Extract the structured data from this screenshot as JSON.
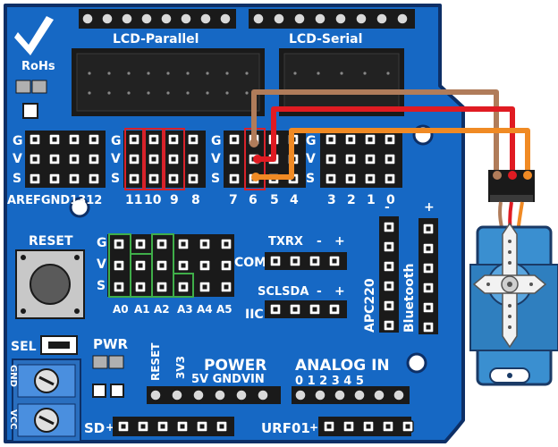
{
  "colors": {
    "board": "#1668c4",
    "board_edge": "#0d2f66",
    "header_black": "#1a1a1a",
    "pin_gray": "#b0b0b0",
    "highlight_red": "#d8222a",
    "highlight_green": "#3fae49",
    "wire_brown": "#b07c5a",
    "wire_red": "#e01b22",
    "wire_orange": "#f08a24",
    "servo_blue": "#3a8fd0",
    "terminal_blue": "#2a6fbf"
  },
  "logo": {
    "rohs": "RoHs"
  },
  "headers": {
    "lcd_parallel": "LCD-Parallel",
    "lcd_serial": "LCD-Serial"
  },
  "rows": {
    "g": "G",
    "v": "V",
    "s": "S"
  },
  "digital_labels": {
    "aref_gnd_13_12": "AREFGND1312",
    "d11": "11",
    "d10": "10",
    "d9": "9",
    "d8": "8",
    "d7": "7",
    "d6": "6",
    "d5": "5",
    "d4": "4",
    "d3": "3",
    "d2": "2",
    "d1": "1",
    "d0": "0"
  },
  "analog_labels": {
    "a0": "A0",
    "a1": "A1",
    "a2": "A2",
    "a3": "A3",
    "a4": "A4",
    "a5": "A5"
  },
  "reset": {
    "label": "RESET"
  },
  "sel": {
    "label": "SEL"
  },
  "pwr": {
    "label": "PWR"
  },
  "terminal": {
    "gnd": "GND",
    "vcc": "VCC"
  },
  "com": {
    "label": "COM",
    "txrx": "TXRX",
    "minus": "-",
    "plus": "+"
  },
  "iic": {
    "label": "IIC",
    "sclsda": "SCLSDA",
    "minus": "-",
    "plus": "+"
  },
  "apc": {
    "label": "APC220",
    "minus": "-"
  },
  "bluetooth": {
    "label": "Bluetooth",
    "plus": "+"
  },
  "power": {
    "title": "POWER",
    "reset": "RESET",
    "v33": "3V3",
    "labels": "5V GNDVIN"
  },
  "analog_in": {
    "title": "ANALOG IN",
    "labels": "0  1  2  3  4  5"
  },
  "sd": {
    "label": "SD",
    "plus": "+"
  },
  "urf": {
    "label": "URF01",
    "plus": "+"
  }
}
